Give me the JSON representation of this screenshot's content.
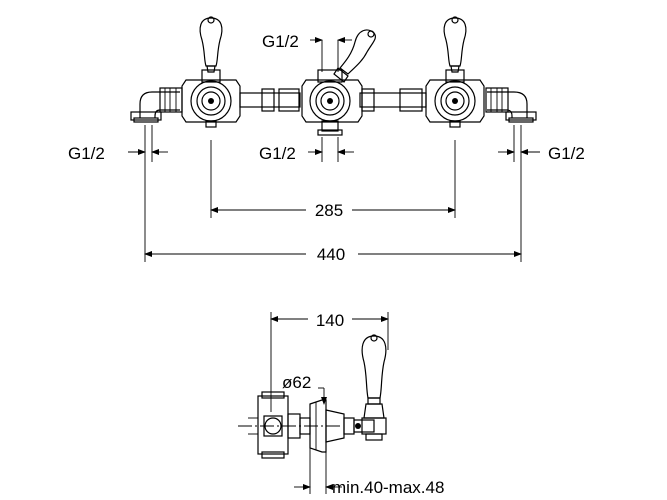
{
  "labels": {
    "g_top_center": "G1/2",
    "g_left": "G1/2",
    "g_mid": "G1/2",
    "g_right": "G1/2",
    "dim_285": "285",
    "dim_440": "440",
    "dim_140": "140",
    "dim_diam": "ø62",
    "dim_depth": "min.40-max.48"
  }
}
